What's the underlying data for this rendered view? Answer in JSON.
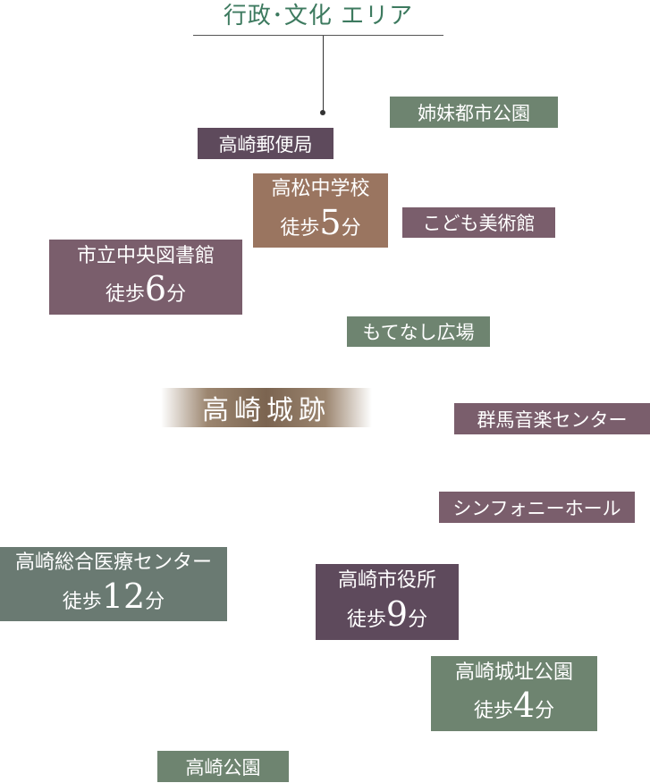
{
  "title": "行政･文化 エリア",
  "castle": "高崎城跡",
  "labels": {
    "shimai_park": "姉妹都市公園",
    "post_office": "高崎郵便局",
    "takamatsu_jhs": "高松中学校",
    "takamatsu_jhs_walk_pre": "徒歩",
    "takamatsu_jhs_walk_num": "5",
    "takamatsu_jhs_walk_post": "分",
    "kodomo_museum": "こども美術館",
    "library": "市立中央図書館",
    "library_walk_pre": "徒歩",
    "library_walk_num": "6",
    "library_walk_post": "分",
    "motenashi": "もてなし広場",
    "gunma_music": "群馬音楽センター",
    "symphony_hall": "シンフォニーホール",
    "medical_center": "高崎総合医療センター",
    "medical_walk_pre": "徒歩",
    "medical_walk_num": "12",
    "medical_walk_post": "分",
    "city_hall": "高崎市役所",
    "city_hall_walk_pre": "徒歩",
    "city_hall_walk_num": "9",
    "city_hall_walk_post": "分",
    "castle_park": "高崎城址公園",
    "castle_park_walk_pre": "徒歩",
    "castle_park_walk_num": "4",
    "castle_park_walk_post": "分",
    "takasaki_park": "高崎公園"
  },
  "colors": {
    "title": "#3d7a5f",
    "green": "#6e8470",
    "plum": "#5e4a5c",
    "mauve": "#7a5e6c",
    "brown": "#9a7560",
    "gray": "#6a7a72"
  }
}
